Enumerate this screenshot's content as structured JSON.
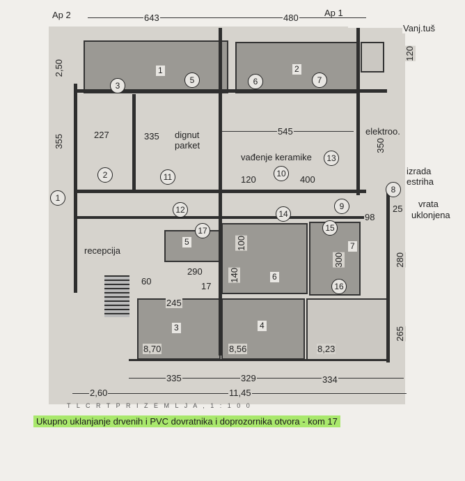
{
  "header": {
    "ap2": "Ap 2",
    "ap1": "Ap 1",
    "dim_top_left": "643",
    "dim_top_right": "480",
    "vanj_tus": "Vanj.tuš"
  },
  "rooms": {
    "r1": "1",
    "r2": "2",
    "r3": "3",
    "r4": "4",
    "r5": "5",
    "r6": "6",
    "r7": "7"
  },
  "markers": [
    "1",
    "2",
    "3",
    "5",
    "6",
    "7",
    "8",
    "9",
    "10",
    "11",
    "12",
    "13",
    "14",
    "15",
    "16",
    "17"
  ],
  "dims": {
    "d250": "2,50",
    "d355": "355",
    "d227": "227",
    "d335a": "335",
    "d545": "545",
    "d120a": "120",
    "d120b": "120",
    "d400": "400",
    "d350": "350",
    "d98": "98",
    "d25": "25",
    "d100": "100",
    "d290": "290",
    "d140": "140",
    "d300": "300",
    "d280": "280",
    "d60": "60",
    "d17": "17",
    "d245": "245",
    "d265": "265",
    "a870": "8,70",
    "a856": "8,56",
    "a823": "8,23",
    "b335": "335",
    "b329": "329",
    "b334": "334",
    "b260": "2,60",
    "b1145": "11,45"
  },
  "labels": {
    "dignut": "dignut",
    "parket": "parket",
    "vadjenje": "vađenje keramike",
    "elektroo": "elektroo.",
    "izrada": "izrada",
    "estriha": "estriha",
    "vrata": "vrata",
    "uklonjena": "uklonjena",
    "recepcija": "recepcija"
  },
  "title_strip": "T L  C R T   P R I Z E M L J A ,  1 : 1 0 0",
  "note": "Ukupno uklanjanje drvenih i PVC dovratnika i doprozornika   otvora   - kom 17"
}
